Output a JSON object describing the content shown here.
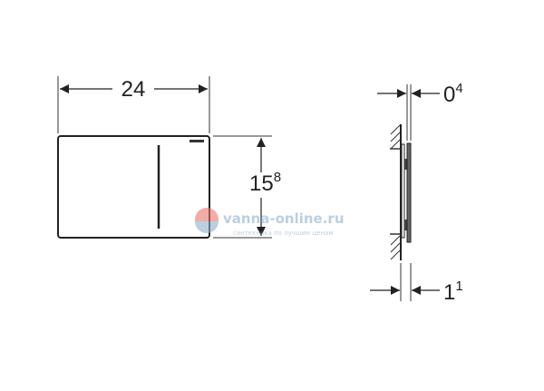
{
  "front_view": {
    "width_label": "24",
    "height_label_main": "15",
    "height_label_sup": "8"
  },
  "side_view": {
    "plate_thickness_main": "0",
    "plate_thickness_sup": "4",
    "frame_thickness_main": "1",
    "frame_thickness_sup": "1"
  },
  "watermark": {
    "site": "vanna-online.ru",
    "tagline": "сантехника по лучшим ценам",
    "colors": {
      "primary": "#e8766e",
      "secondary": "#8fb0cc"
    }
  }
}
